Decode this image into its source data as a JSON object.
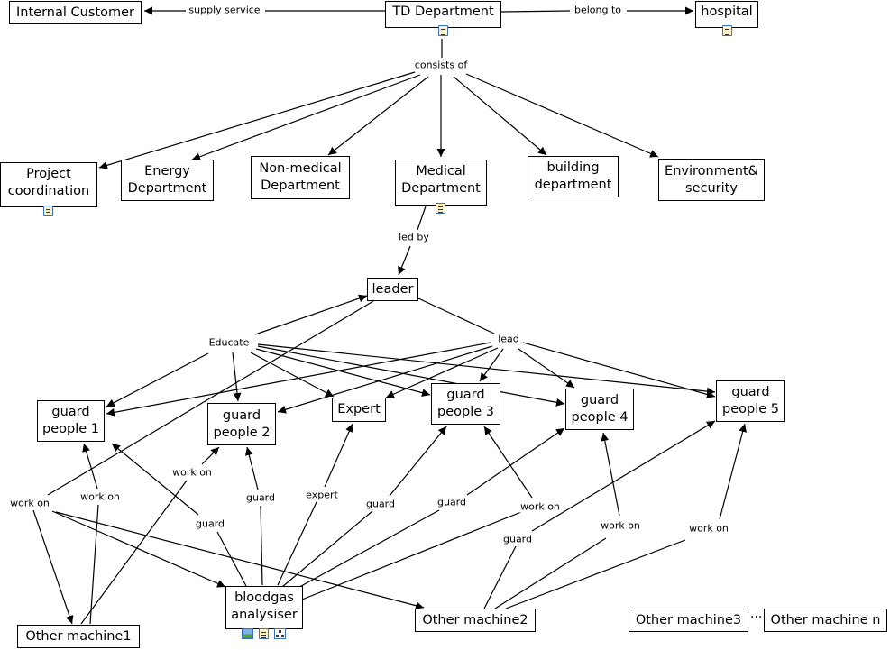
{
  "nodes": {
    "internal_customer": "Internal Customer",
    "td_department": "TD Department",
    "hospital": "hospital",
    "project_coordination": "Project\ncoordination",
    "energy_department": "Energy\nDepartment",
    "non_medical_department": "Non-medical\nDepartment",
    "medical_department": "Medical\nDepartment",
    "building_department": "building\ndepartment",
    "environment_security": "Environment&\nsecurity",
    "leader": "leader",
    "guard_people_1": "guard\npeople 1",
    "guard_people_2": "guard\npeople 2",
    "expert": "Expert",
    "guard_people_3": "guard\npeople 3",
    "guard_people_4": "guard\npeople 4",
    "guard_people_5": "guard\npeople 5",
    "bloodgas_analysiser": "bloodgas\nanalysiser",
    "other_machine1": "Other machine1",
    "other_machine2": "Other machine2",
    "other_machine3": "Other machine3",
    "other_machine_n": "Other machine n"
  },
  "ellipsis": "...",
  "linking_phrases": {
    "supply_service": "supply service",
    "belong_to": "belong to",
    "consists_of": "consists of",
    "led_by": "led by",
    "educate": "Educate",
    "lead": "lead",
    "work_on_left": "work on",
    "work_on_g1": "work on",
    "work_on_g2": "work on",
    "guard_g1": "guard",
    "guard_g2": "guard",
    "expert": "expert",
    "guard_g3": "guard",
    "guard_g4": "guard",
    "work_on_g3": "work on",
    "guard_m2": "guard",
    "work_on_g4": "work on",
    "work_on_g5": "work on"
  },
  "icons": {
    "td_department": "document-icon",
    "hospital": "document-icon",
    "project_coordination": "document-icon",
    "medical_department": "document-icon",
    "bloodgas_analysiser": [
      "image-icon",
      "document-icon",
      "concept-map-icon"
    ]
  },
  "colors": {
    "line": "#000000",
    "node_border": "#000000",
    "background": "#ffffff"
  }
}
